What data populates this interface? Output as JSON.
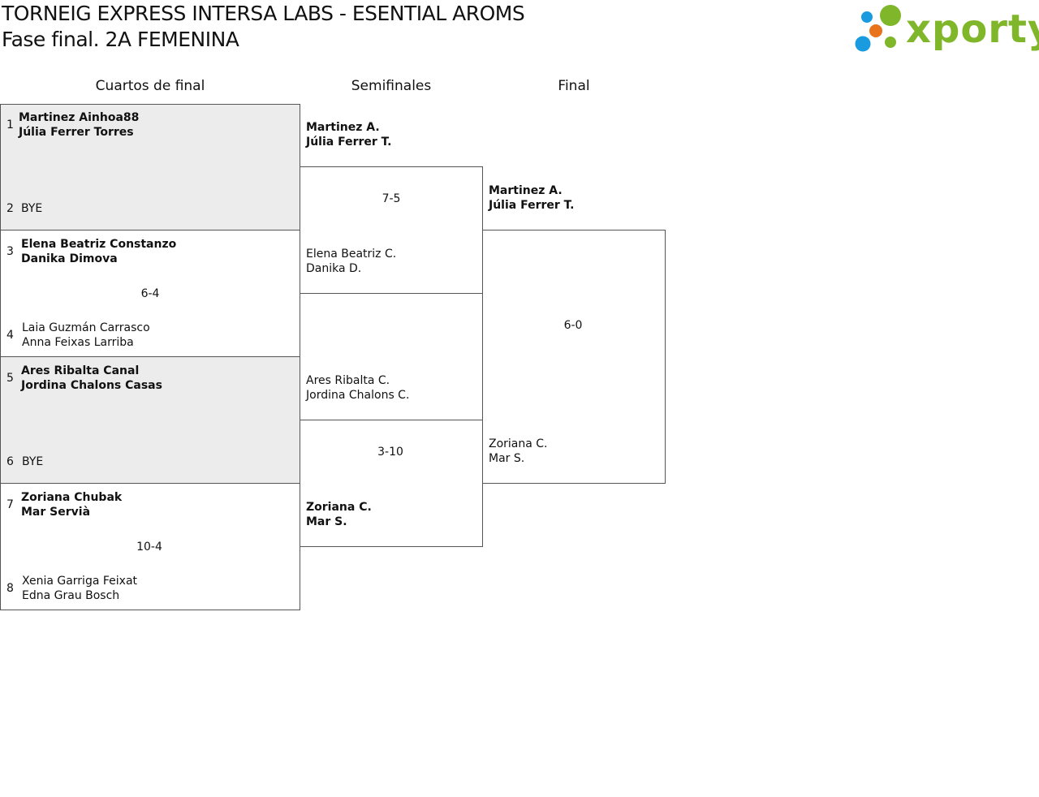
{
  "header": {
    "title_line1": "TORNEIG EXPRESS INTERSA LABS - ESENTIAL AROMS",
    "title_line2": "Fase final. 2A FEMENINA",
    "logo_text": "xporty",
    "logo_colors": {
      "blue": "#1a9be0",
      "orange": "#e8731a",
      "green": "#7fb62a"
    }
  },
  "columns": {
    "qf": "Cuartos de final",
    "sf": "Semifinales",
    "final": "Final"
  },
  "qf": [
    {
      "seed_a": "1",
      "a1": "Martinez Ainhoa88",
      "a2": "Júlia Ferrer Torres",
      "seed_b": "2",
      "b1": "BYE",
      "b2": "",
      "score": ""
    },
    {
      "seed_a": "3",
      "a1": "Elena Beatriz Constanzo",
      "a2": "Danika Dimova",
      "seed_b": "4",
      "b1": "Laia Guzmán Carrasco",
      "b2": "Anna Feixas Larriba",
      "score": "6-4"
    },
    {
      "seed_a": "5",
      "a1": "Ares Ribalta Canal",
      "a2": "Jordina Chalons Casas",
      "seed_b": "6",
      "b1": "BYE",
      "b2": "",
      "score": ""
    },
    {
      "seed_a": "7",
      "a1": "Zoriana Chubak",
      "a2": "Mar Servià",
      "seed_b": "8",
      "b1": "Xenia Garriga Feixat",
      "b2": "Edna Grau Bosch",
      "score": "10-4"
    }
  ],
  "sf": [
    {
      "a1": "Martinez A.",
      "a2": "Júlia Ferrer T.",
      "b1": "Elena Beatriz C.",
      "b2": "Danika D.",
      "score": "7-5"
    },
    {
      "a1": "Ares Ribalta C.",
      "a2": "Jordina Chalons C.",
      "b1": "Zoriana C.",
      "b2": "Mar S.",
      "score": "3-10"
    }
  ],
  "final": {
    "a1": "Martinez A.",
    "a2": "Júlia Ferrer T.",
    "b1": "Zoriana C.",
    "b2": "Mar S.",
    "score": "6-0"
  }
}
